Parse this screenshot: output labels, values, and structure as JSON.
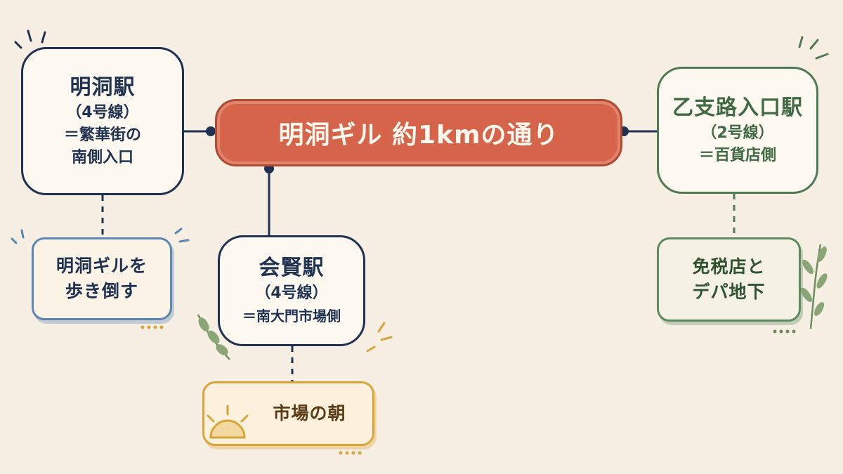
{
  "central": {
    "label": "明洞ギル 約1kmの通り"
  },
  "stations": {
    "myeongdong": {
      "name": "明洞駅",
      "line": "（4号線）",
      "note1": "＝繁華街の",
      "note2": "南側入口"
    },
    "hoehyeon": {
      "name": "会賢駅",
      "line": "（4号線）",
      "note": "＝南大門市場側"
    },
    "euljiro": {
      "name": "乙支路入口駅",
      "line": "（2号線）",
      "note": "＝百貨店側"
    }
  },
  "tips": {
    "walk": {
      "line1": "明洞ギルを",
      "line2": "歩き倒す"
    },
    "market": {
      "line1": "市場の朝"
    },
    "dutyfree": {
      "line1": "免税店と",
      "line2": "デパ地下"
    }
  },
  "colors": {
    "navy": "#1f3252",
    "coral": "#d6644a",
    "green": "#4f7a52",
    "blue": "#5b86b4",
    "mustard": "#d9a53a",
    "background": "#f8efe4"
  },
  "icons": {
    "sun": "sun-icon",
    "leaf": "leaf-sprig-icon",
    "sparkle": "sparkle-icon"
  }
}
